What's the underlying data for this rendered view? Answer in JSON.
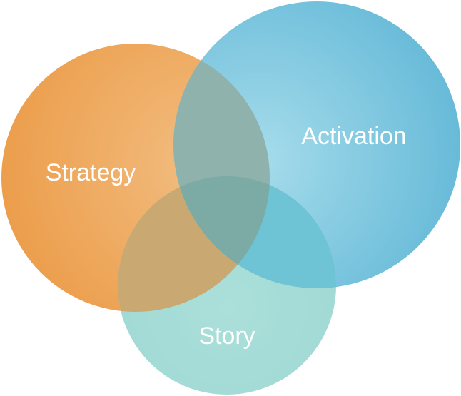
{
  "diagram": {
    "type": "venn",
    "sets": [
      {
        "key": "strategy",
        "label": "Strategy",
        "color": "#EFA457"
      },
      {
        "key": "activation",
        "label": "Activation",
        "color": "#72C1DC"
      },
      {
        "key": "story",
        "label": "Story",
        "color": "#A3DCD7"
      }
    ],
    "overlap_colors": {
      "strategy_activation": "#8FB3AC",
      "strategy_story": "#C9A971",
      "activation_story": "#6EC3D4",
      "center": "#7BABA4"
    }
  }
}
